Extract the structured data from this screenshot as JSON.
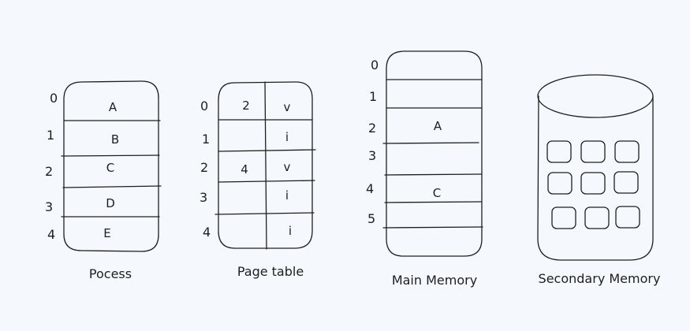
{
  "process": {
    "caption": "Pocess",
    "indices": [
      "0",
      "1",
      "2",
      "3",
      "4"
    ],
    "pages": [
      "A",
      "B",
      "C",
      "D",
      "E"
    ]
  },
  "page_table": {
    "caption": "Page table",
    "indices": [
      "0",
      "1",
      "2",
      "3",
      "4"
    ],
    "frames": [
      "2",
      "",
      "4",
      "",
      ""
    ],
    "valid": [
      "v",
      "i",
      "v",
      "i",
      "i"
    ]
  },
  "main_memory": {
    "caption": "Main Memory",
    "indices": [
      "0",
      "1",
      "2",
      "3",
      "4",
      "5"
    ],
    "contents": [
      "",
      "",
      "A",
      "",
      "C",
      ""
    ]
  },
  "secondary_memory": {
    "caption": "Secondary Memory"
  }
}
